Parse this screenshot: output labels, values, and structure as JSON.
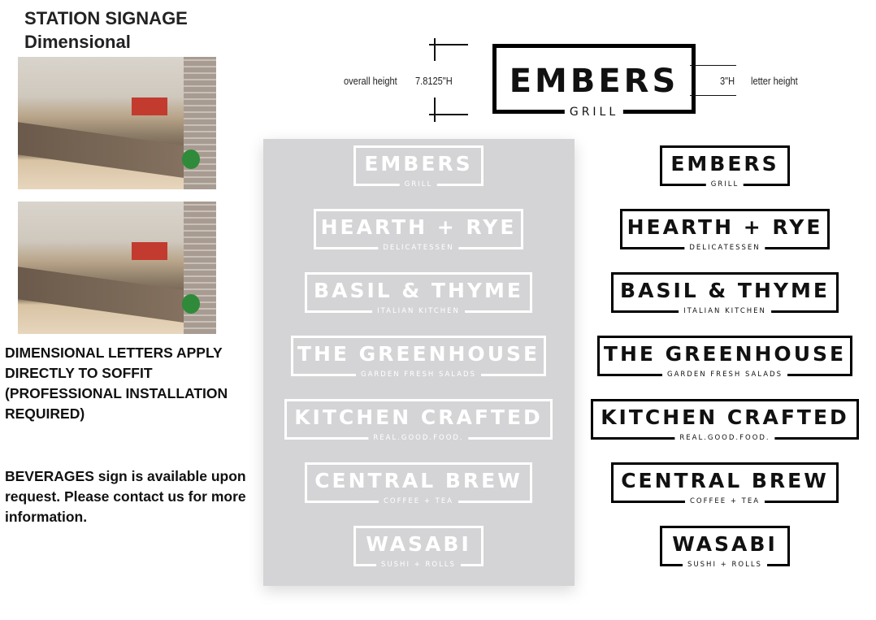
{
  "header": {
    "title": "STATION SIGNAGE",
    "subtitle": "Dimensional"
  },
  "notes": {
    "install": "DIMENSIONAL LETTERS APPLY DIRECTLY TO SOFFIT (PROFESSIONAL INSTALLATION REQUIRED)",
    "beverages": "BEVERAGES sign is available upon request. Please contact us for more information."
  },
  "dimension_example": {
    "name": "EMBERS",
    "sub": "GRILL",
    "overall_label": "overall height",
    "overall_value": "7.8125\"H",
    "letter_value": "3\"H",
    "letter_label": "letter height"
  },
  "signs": [
    {
      "name": "EMBERS",
      "sub": "GRILL"
    },
    {
      "name": "HEARTH + RYE",
      "sub": "DELICATESSEN"
    },
    {
      "name": "BASIL & THYME",
      "sub": "ITALIAN KITCHEN"
    },
    {
      "name": "THE GREENHOUSE",
      "sub": "GARDEN FRESH SALADS"
    },
    {
      "name": "KITCHEN CRAFTED",
      "sub": "REAL.GOOD.FOOD."
    },
    {
      "name": "CENTRAL BREW",
      "sub": "COFFEE + TEA"
    },
    {
      "name": "WASABI",
      "sub": "SUSHI + ROLLS"
    }
  ]
}
